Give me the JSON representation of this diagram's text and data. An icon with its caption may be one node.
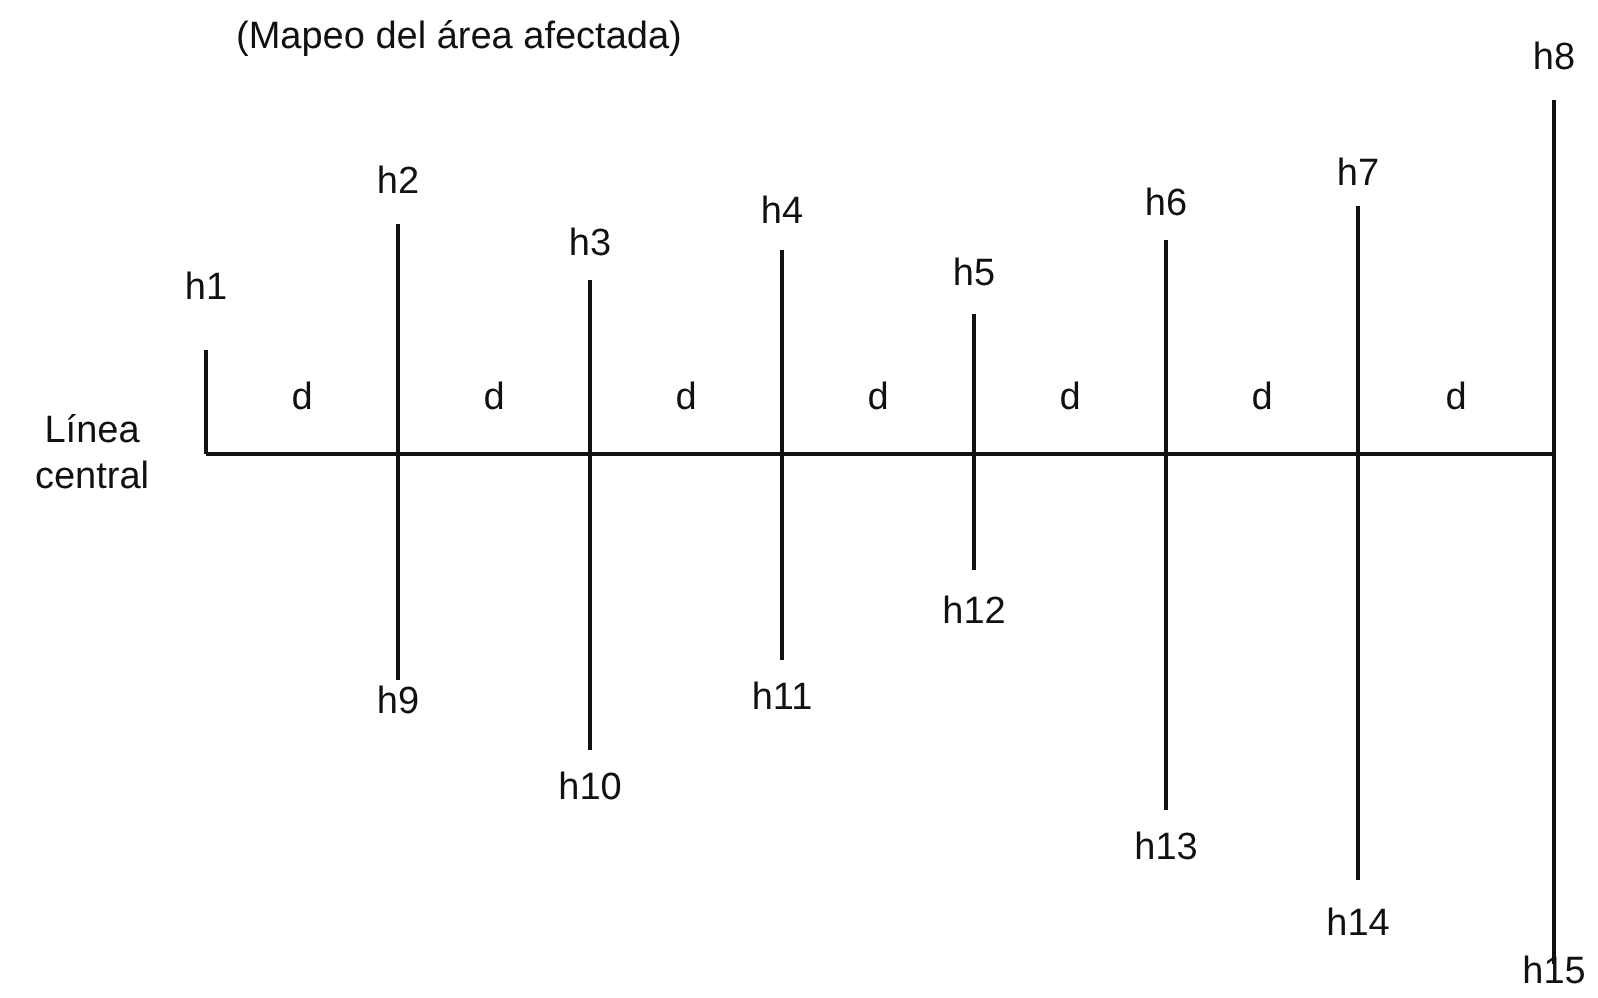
{
  "diagram": {
    "title": "(Mapeo del área afectada)",
    "labels": [
      "h8",
      "h2",
      "h7",
      "h4",
      "h6",
      "h3",
      "h5",
      "h1",
      "d",
      "d",
      "d",
      "d",
      "d",
      "d",
      "d",
      "Línea central",
      "h12",
      "h9",
      "h11",
      "h10",
      "h13",
      "h14",
      "h15"
    ]
  }
}
